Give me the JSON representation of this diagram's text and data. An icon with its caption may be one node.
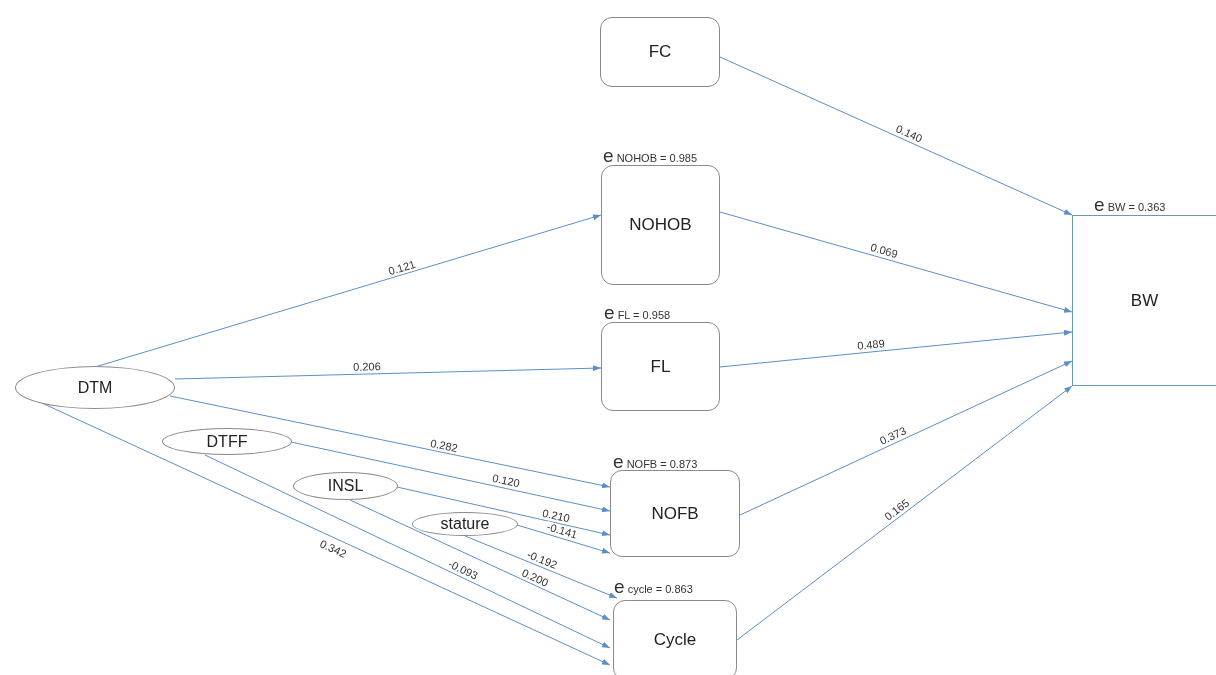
{
  "diagram": {
    "nodes": [
      {
        "text": [
          "FC"
        ]
      },
      {
        "text": [
          "NOHOB"
        ],
        "beside": [
          "e NOHOB = 0.985"
        ]
      },
      {
        "text": [
          "FL"
        ],
        "beside": [
          "e FL = 0.958"
        ]
      },
      {
        "text": [
          "BW"
        ],
        "beside": [
          "e BW = 0.363"
        ]
      },
      {
        "text": [
          "DTM"
        ]
      },
      {
        "text": [
          "DTFF"
        ]
      },
      {
        "text": [
          "INSL"
        ]
      },
      {
        "text": [
          "stature"
        ]
      },
      {
        "text": [
          "NOFB"
        ],
        "beside": [
          "e NOFB = 0.873"
        ]
      },
      {
        "text": [
          "Cycle"
        ],
        "beside": [
          "e cycle = 0.863"
        ]
      }
    ],
    "edges": [
      {
        "from": 0,
        "to": 3,
        "arrow": "to",
        "label": "0.140"
      },
      {
        "from": 1,
        "to": 3,
        "arrow": "to",
        "label": "0.069"
      },
      {
        "from": 2,
        "to": 3,
        "arrow": "to",
        "label": "0.489"
      },
      {
        "from": 8,
        "to": 3,
        "arrow": "to",
        "label": "0.373"
      },
      {
        "from": 9,
        "to": 3,
        "arrow": "to",
        "label": "0.165"
      },
      {
        "from": 4,
        "to": 1,
        "arrow": "to",
        "label": "0.121"
      },
      {
        "from": 4,
        "to": 2,
        "arrow": "to",
        "label": "0.206"
      },
      {
        "from": 4,
        "to": 8,
        "arrow": "to",
        "label": "0.282"
      },
      {
        "from": 5,
        "to": 8,
        "arrow": "to",
        "label": "0.120"
      },
      {
        "from": 6,
        "to": 8,
        "arrow": "to",
        "label": "0.210"
      },
      {
        "from": 7,
        "to": 8,
        "arrow": "to",
        "label": "-0.141"
      },
      {
        "from": 4,
        "to": 9,
        "arrow": "to",
        "label": "0.342"
      },
      {
        "from": 5,
        "to": 9,
        "arrow": "to",
        "label": "-0.093"
      },
      {
        "from": 6,
        "to": 9,
        "arrow": "to",
        "label": "0.200"
      },
      {
        "from": 7,
        "to": 9,
        "arrow": "to",
        "label": "-0.192"
      }
    ]
  }
}
